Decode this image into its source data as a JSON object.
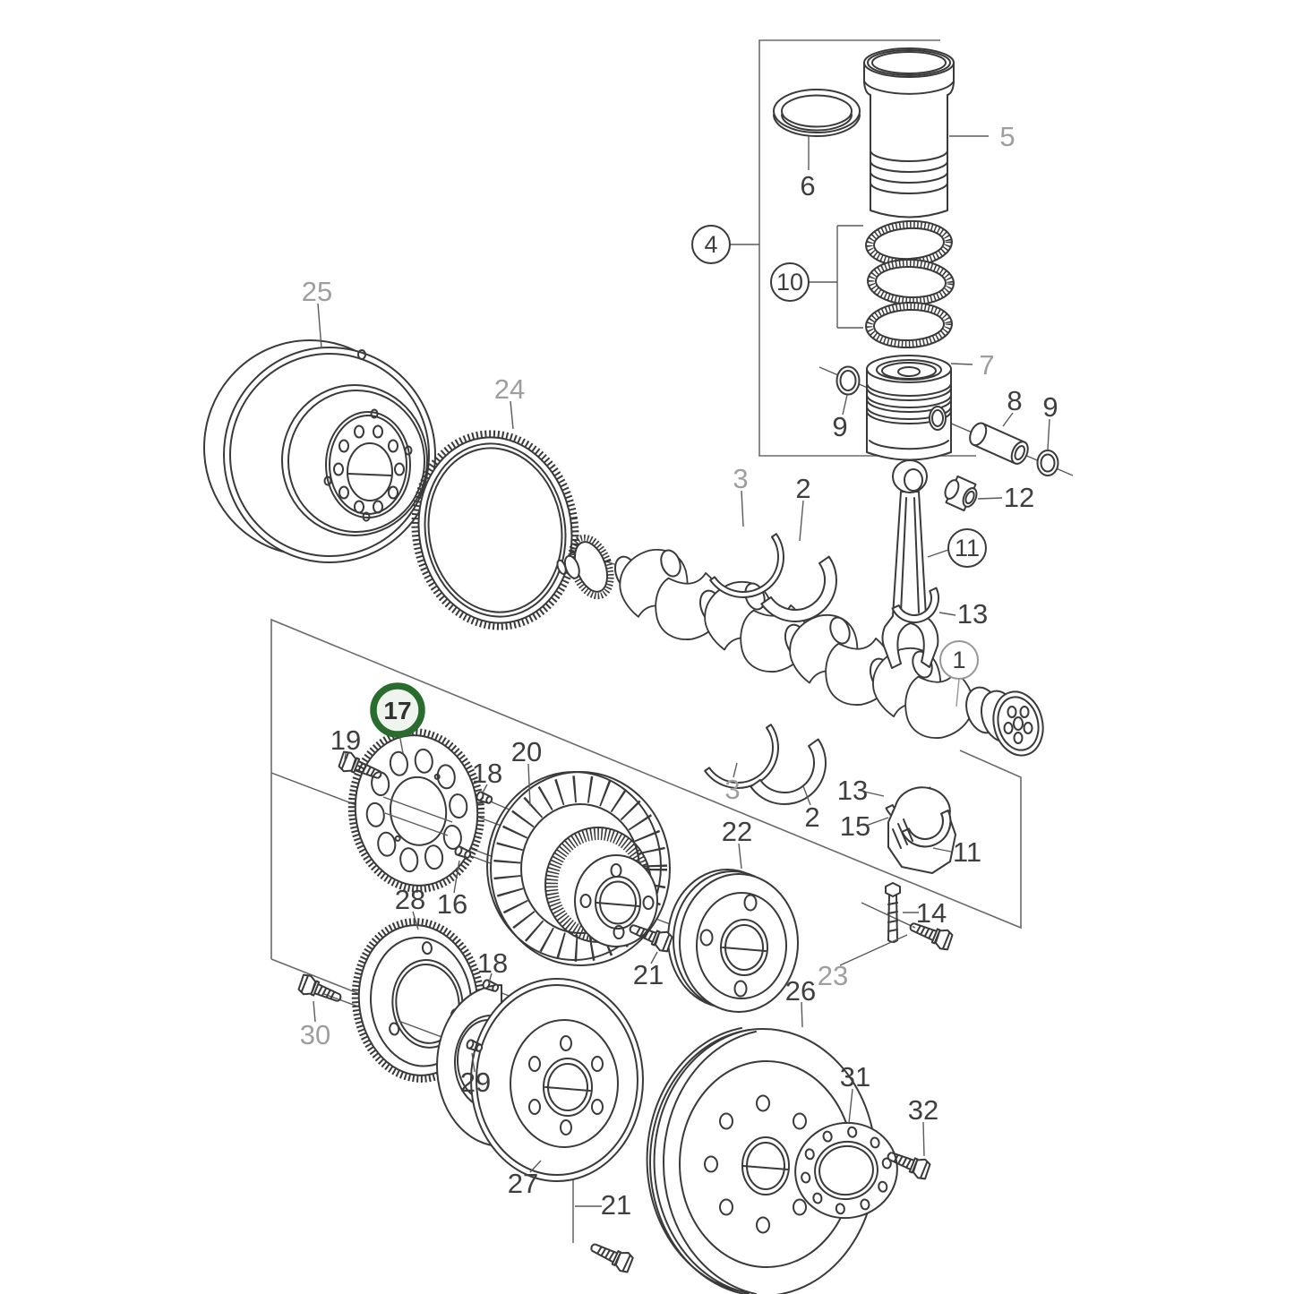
{
  "diagram": {
    "kind": "exploded-engine-parts-diagram",
    "background": "#ffffff",
    "line_color": "#3a3a3a",
    "label_color": "#3f3f3f",
    "muted_label_color": "#9e9e9e",
    "highlight": {
      "text": "17",
      "ring_color": "#286c2e",
      "fill_color": "#f0f4ee"
    },
    "circled_callouts": [
      {
        "text": "4"
      },
      {
        "text": "10"
      },
      {
        "text": "11"
      },
      {
        "text": "1",
        "muted": true
      }
    ],
    "callouts": [
      {
        "text": "25",
        "muted": true
      },
      {
        "text": "24",
        "muted": true
      },
      {
        "text": "5",
        "muted": true
      },
      {
        "text": "6"
      },
      {
        "text": "7",
        "muted": true
      },
      {
        "text": "9"
      },
      {
        "text": "8"
      },
      {
        "text": "9"
      },
      {
        "text": "12"
      },
      {
        "text": "3",
        "muted": true
      },
      {
        "text": "2"
      },
      {
        "text": "13"
      },
      {
        "text": "19"
      },
      {
        "text": "18"
      },
      {
        "text": "20"
      },
      {
        "text": "16"
      },
      {
        "text": "28"
      },
      {
        "text": "30",
        "muted": true
      },
      {
        "text": "18"
      },
      {
        "text": "29"
      },
      {
        "text": "27"
      },
      {
        "text": "21"
      },
      {
        "text": "22"
      },
      {
        "text": "23",
        "muted": true
      },
      {
        "text": "26"
      },
      {
        "text": "31"
      },
      {
        "text": "32"
      },
      {
        "text": "3",
        "muted": true
      },
      {
        "text": "2"
      },
      {
        "text": "13"
      },
      {
        "text": "15"
      },
      {
        "text": "11"
      },
      {
        "text": "14"
      },
      {
        "text": "21"
      }
    ]
  }
}
